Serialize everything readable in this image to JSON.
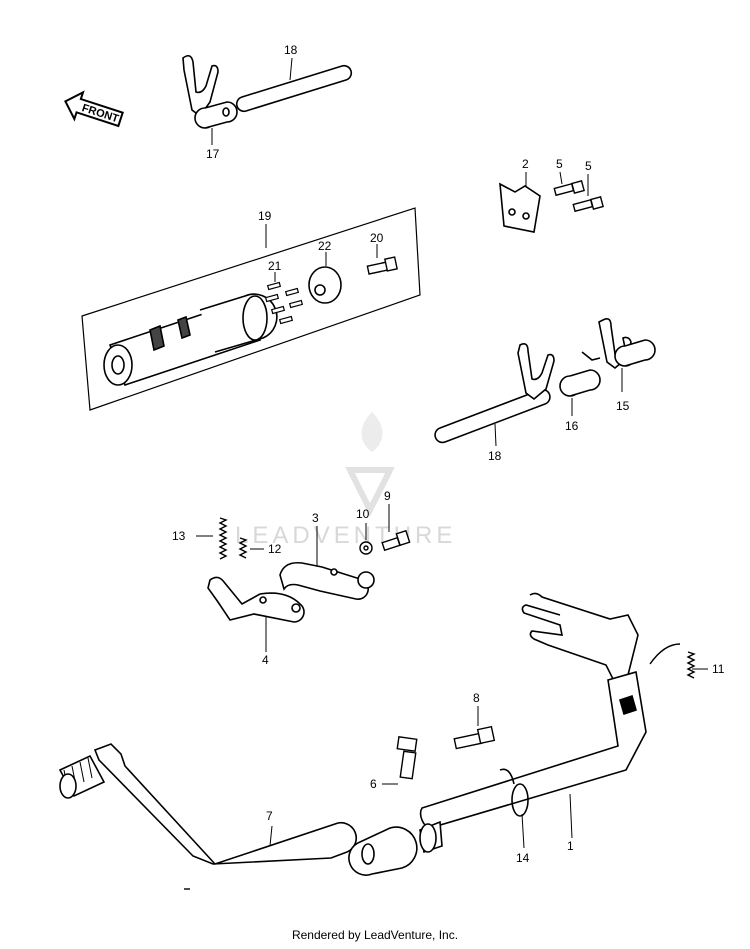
{
  "front_label": "FRONT",
  "watermark": "LEADVENTURE",
  "footer": "Rendered by LeadVenture, Inc.",
  "callouts": {
    "c18a": "18",
    "c17": "17",
    "c2": "2",
    "c5a": "5",
    "c5b": "5",
    "c19": "19",
    "c22": "22",
    "c20": "20",
    "c21": "21",
    "c16": "16",
    "c15": "15",
    "c18b": "18",
    "c13": "13",
    "c12": "12",
    "c3": "3",
    "c10": "10",
    "c9": "9",
    "c4": "4",
    "c11": "11",
    "c8": "8",
    "c6": "6",
    "c7": "7",
    "c1": "1",
    "c14": "14"
  }
}
